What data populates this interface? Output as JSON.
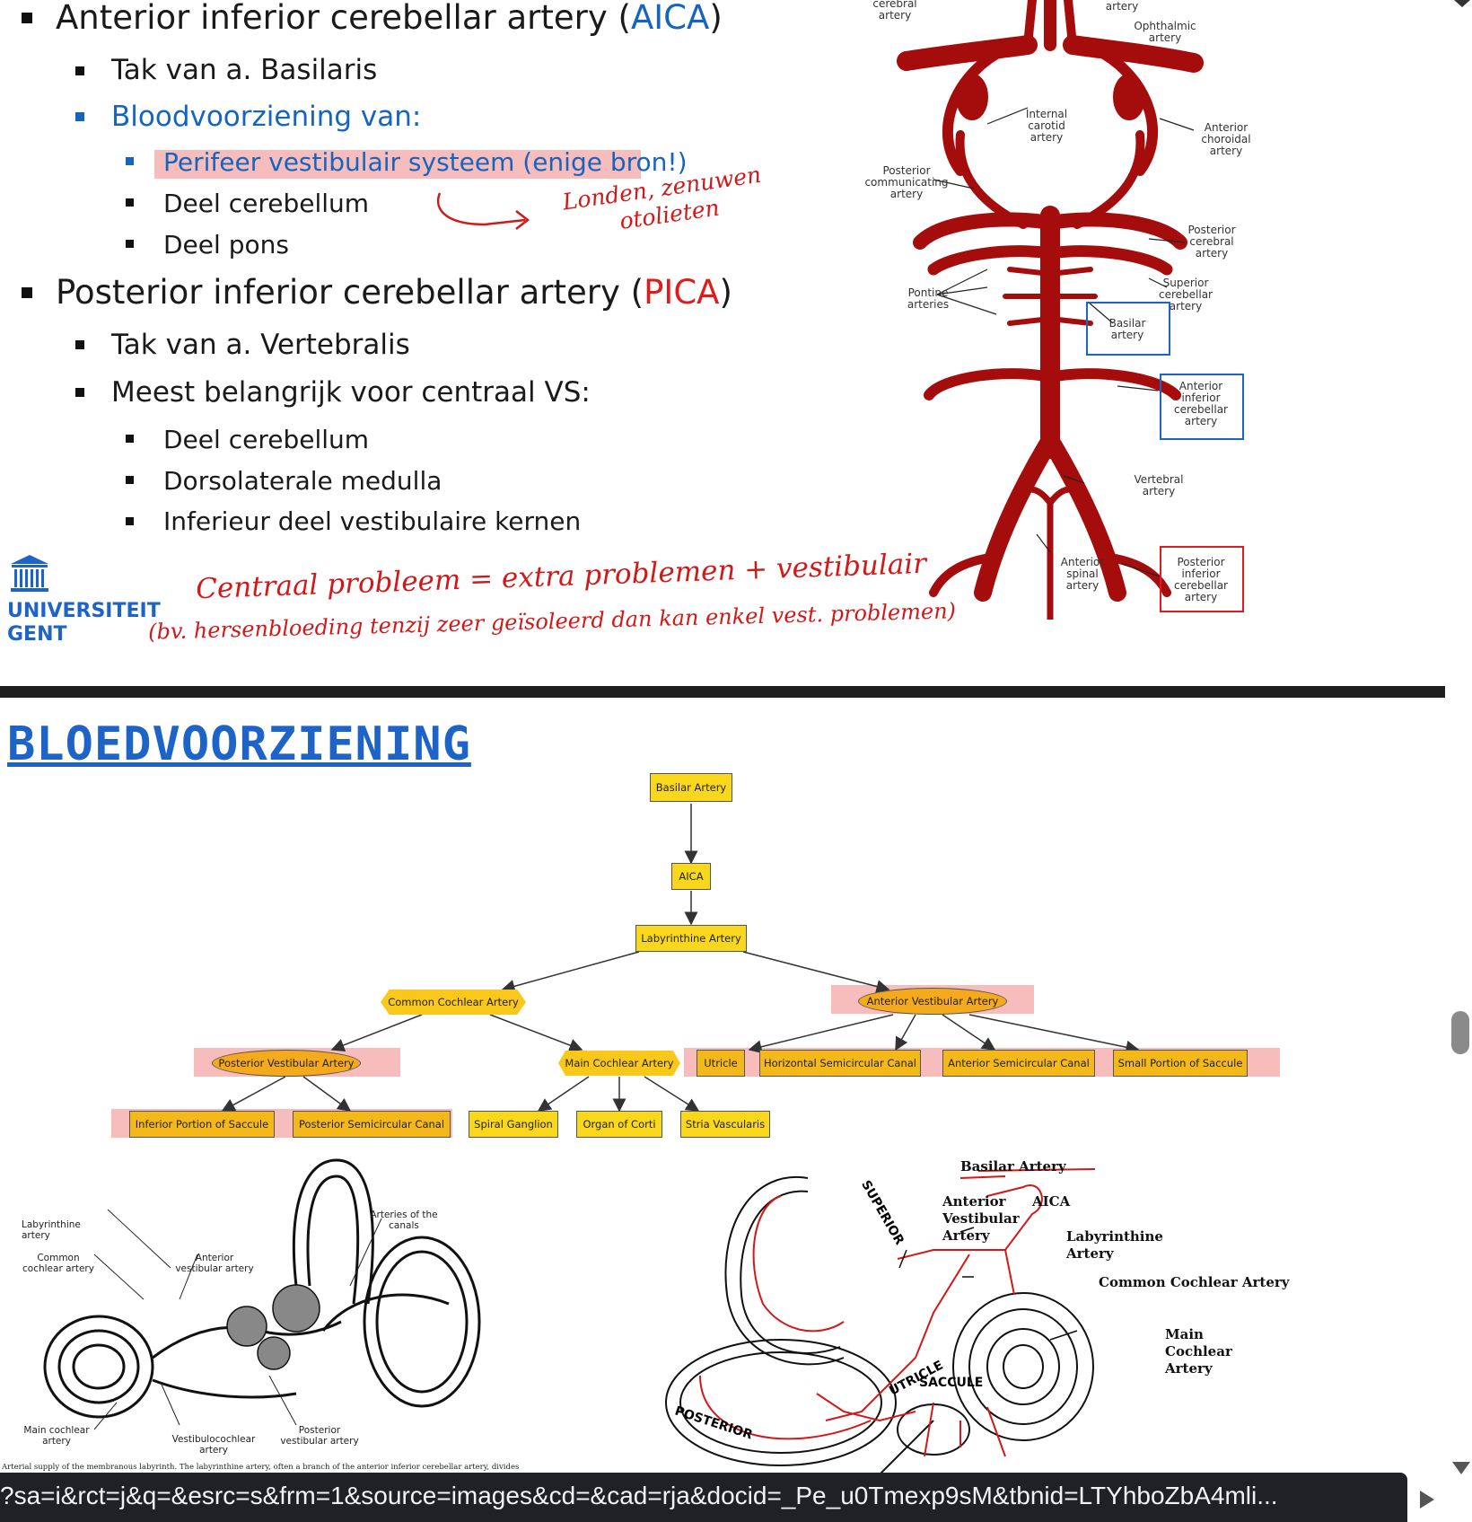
{
  "slide1": {
    "bullets": [
      {
        "prefix": "Anterior inferior cerebellar artery (",
        "accent": "AICA",
        "suffix": ")"
      },
      {
        "text": "Tak van a. Basilaris"
      },
      {
        "text": "Bloodvoorziening van:"
      },
      {
        "text": "Perifeer vestibulair systeem (enige bron!)"
      },
      {
        "text": "Deel cerebellum"
      },
      {
        "text": "Deel pons"
      },
      {
        "prefix": "Posterior inferior cerebellar artery (",
        "accent": "PICA",
        "suffix": ")"
      },
      {
        "text": "Tak van a. Vertebralis"
      },
      {
        "text": "Meest belangrijk voor centraal VS:"
      },
      {
        "text": "Deel cerebellum"
      },
      {
        "text": "Dorsolaterale medulla"
      },
      {
        "text": "Inferieur deel vestibulaire kernen"
      }
    ],
    "logo": {
      "line1": "UNIVERSITEIT",
      "line2": "GENT"
    },
    "handwriting": {
      "note_right_1": "Londen, zenuwen",
      "note_right_2": "otolieten",
      "line1": "Centraal probleem = extra problemen + vestibulair",
      "line2": "(bv. hersenbloeding tenzij zeer geïsoleerd dan kan enkel vest. problemen)"
    },
    "diagram_labels": {
      "cerebral": "cerebral artery",
      "artery_top": "artery",
      "ophthalmic": "Ophthalmic artery",
      "internal_carotid": "Internal carotid artery",
      "anterior_choroidal": "Anterior choroidal artery",
      "posterior_communicating": "Posterior communicating artery",
      "posterior_cerebral": "Posterior cerebral artery",
      "superior_cerebellar": "Superior cerebellar artery",
      "pontine": "Pontine arteries",
      "basilar": "Basilar artery",
      "aica": "Anterior inferior cerebellar artery",
      "vertebral": "Vertebral artery",
      "anterior_spinal": "Anterior spinal artery",
      "pica": "Posterior inferior cerebellar artery"
    }
  },
  "slide2": {
    "title": "BLOEDVOORZIENING",
    "flowchart": {
      "basilar": "Basilar Artery",
      "aica": "AICA",
      "labyrinthine": "Labyrinthine Artery",
      "common_cochlear": "Common Cochlear Artery",
      "anterior_vestibular": "Anterior Vestibular Artery",
      "posterior_vestibular": "Posterior Vestibular Artery",
      "main_cochlear": "Main Cochlear Artery",
      "utricle": "Utricle",
      "horizontal_canal": "Horizontal Semicircular Canal",
      "anterior_canal": "Anterior Semicircular Canal",
      "small_saccule": "Small Portion of Saccule",
      "inferior_saccule": "Inferior Portion of Saccule",
      "posterior_canal": "Posterior Semicircular Canal",
      "spiral_ganglion": "Spiral Ganglion",
      "organ_corti": "Organ of Corti",
      "stria": "Stria Vascularis"
    },
    "left_labels": {
      "labyrinthine": "Labyrinthine artery",
      "common_cochlear": "Common cochlear artery",
      "anterior_vestibular": "Anterior vestibular artery",
      "canals": "Arteries of the canals",
      "main_cochlear": "Main cochlear artery",
      "vestibulocochlear": "Vestibulocochlear artery",
      "posterior_vestibular": "Posterior vestibular artery",
      "caption": "Arterial supply of the membranous labyrinth. The labyrinthine artery, often a branch of the anterior inferior cerebellar artery, divides"
    },
    "right_labels": {
      "basilar": "Basilar Artery",
      "anterior_vestibular": "Anterior Vestibular Artery",
      "aica": "AICA",
      "labyrinthine": "Labyrinthine Artery",
      "common_cochlear": "Common Cochlear Artery",
      "main_cochlear": "Main Cochlear Artery",
      "superior": "SUPERIOR",
      "utricle": "UTRICLE",
      "saccule": "SACCULE",
      "posterior": "POSTERIOR"
    }
  },
  "browser": {
    "status_url": "?sa=i&rct=j&q=&esrc=s&frm=1&source=images&cd=&cad=rja&docid=_Pe_u0Tmexp9sM&tbnid=LTYhboZbA4mli..."
  }
}
